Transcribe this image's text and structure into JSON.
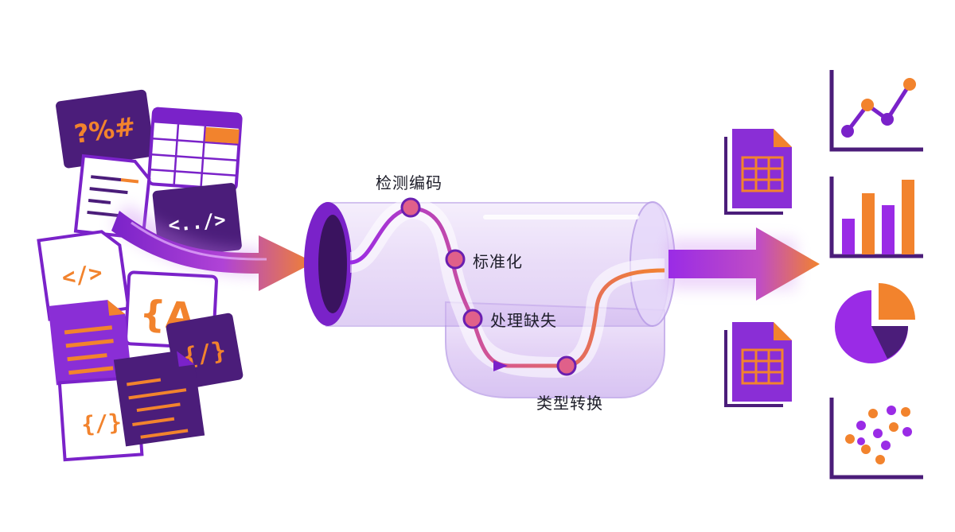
{
  "pipeline": {
    "steps": [
      {
        "label": "检测编码"
      },
      {
        "label": "标准化"
      },
      {
        "label": "处理缺失"
      },
      {
        "label": "类型转换"
      }
    ]
  },
  "input_files": {
    "symbols": "?%#",
    "code_tag": "<../>",
    "code_tag_small": "</>",
    "brace_a": "{A",
    "brace_slash": "{/}",
    "brace_slash_doc": "{/}"
  },
  "colors": {
    "purple": "#7a22c9",
    "deep_purple": "#4b1d7a",
    "orange": "#f2832d",
    "bright_purple": "#9a2be6"
  }
}
